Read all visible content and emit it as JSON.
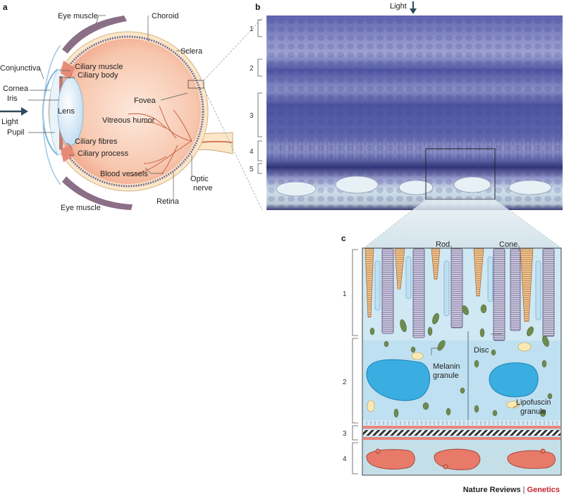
{
  "panel_a": {
    "letter": "a",
    "labels": {
      "eye_muscle_top": "Eye muscle",
      "choroid": "Choroid",
      "sclera": "Sclera",
      "conjunctiva": "Conjunctiva",
      "ciliary_muscle": "Ciliary muscle",
      "ciliary_body": "Ciliary body",
      "cornea": "Cornea",
      "iris": "Iris",
      "lens": "Lens",
      "light": "Light",
      "fovea": "Fovea",
      "vitreous_humor": "Vitreous humor",
      "pupil": "Pupil",
      "ciliary_fibres": "Ciliary fibres",
      "ciliary_process": "Ciliary process",
      "blood_vessels": "Blood vessels",
      "optic_nerve_1": "Optic",
      "optic_nerve_2": "nerve",
      "retina": "Retina",
      "eye_muscle_bottom": "Eye muscle"
    },
    "colors": {
      "eyeball": "#f6c1a6",
      "sclera": "#fbe7c6",
      "muscle": "#8a6f86",
      "lens": "#d6e9f7",
      "vessel": "#c8573a"
    }
  },
  "panel_b": {
    "letter": "b",
    "light_label": "Light",
    "layers": [
      "1",
      "2",
      "3",
      "4",
      "5"
    ],
    "colors": {
      "tissue": "#6d72b5",
      "tissue_dark": "#3b3f82",
      "tissue_light": "#c9cbe8"
    }
  },
  "panel_c": {
    "letter": "c",
    "rod_label": "Rod",
    "cone_label": "Cone",
    "disc_label": "Disc",
    "melanin_label_1": "Melanin",
    "melanin_label_2": "granule",
    "lipofuscin_label_1": "Lipofuscin",
    "lipofuscin_label_2": "granule",
    "layers": [
      "1",
      "2",
      "3",
      "4"
    ],
    "colors": {
      "cytoplasm": "#bfe0f1",
      "nucleus": "#3aaee0",
      "melanin": "#6f8a4e",
      "lipofuscin": "#fbe9b5",
      "rbc": "#e87a6a",
      "cone": "#c9823a"
    }
  },
  "credit": {
    "journal": "Nature Reviews",
    "section": "Genetics"
  }
}
